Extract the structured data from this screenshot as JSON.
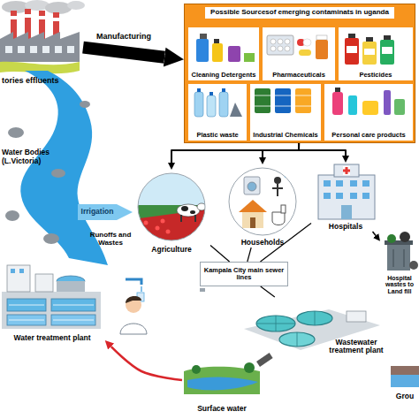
{
  "diagram": {
    "nodes": [
      {
        "text": [
          "tories effluents"
        ]
      },
      {
        "text": [
          "Possible Sourcesof emerging contaminats in uganda"
        ]
      },
      {
        "text": [
          "Cleaning Detergents"
        ],
        "in": 1
      },
      {
        "text": [
          "Pharmaceuticals"
        ],
        "in": 1
      },
      {
        "text": [
          "Pesticides"
        ],
        "in": 1
      },
      {
        "text": [
          "Plastic waste"
        ],
        "in": 1
      },
      {
        "text": [
          "Industrial Chemicals"
        ],
        "in": 1
      },
      {
        "text": [
          "Personal care products"
        ],
        "in": 1
      },
      {
        "text": [
          "Water Bodies (L.Victoria)"
        ]
      },
      {
        "text": [
          "Agriculture"
        ]
      },
      {
        "text": [
          "Households"
        ]
      },
      {
        "text": [
          "Hospitals"
        ]
      },
      {
        "text": [
          "Hospital wastes to Land fill"
        ]
      },
      {
        "text": [
          "Kampala City main sewer lines"
        ]
      },
      {
        "text": [
          "Water treatment plant"
        ]
      },
      {
        "text": [
          "Wastewater treatment plant"
        ]
      },
      {
        "text": [
          "Surface water"
        ]
      },
      {
        "text": [
          "Grou"
        ]
      }
    ],
    "edges": [
      {
        "from": 0,
        "to": 1,
        "label": "Manufacturing",
        "arrow": "to"
      },
      {
        "from": 1,
        "to": 9,
        "arrow": "to"
      },
      {
        "from": 1,
        "to": 10,
        "arrow": "to"
      },
      {
        "from": 1,
        "to": 11,
        "arrow": "to"
      },
      {
        "from": 8,
        "to": 9,
        "label": "Irrigation",
        "arrow": "to"
      },
      {
        "from": 9,
        "to": 13,
        "arrow": "none"
      },
      {
        "from": 10,
        "to": 13,
        "arrow": "none"
      },
      {
        "from": 11,
        "to": 13,
        "arrow": "none"
      },
      {
        "from": 13,
        "to": 15,
        "arrow": "none"
      },
      {
        "from": 11,
        "to": 12,
        "arrow": "to"
      },
      {
        "from": 15,
        "to": 16,
        "arrow": "none"
      },
      {
        "from": 16,
        "to": 14,
        "arrow": "to"
      }
    ],
    "labels": [
      "Runoffs and Wastes"
    ]
  }
}
